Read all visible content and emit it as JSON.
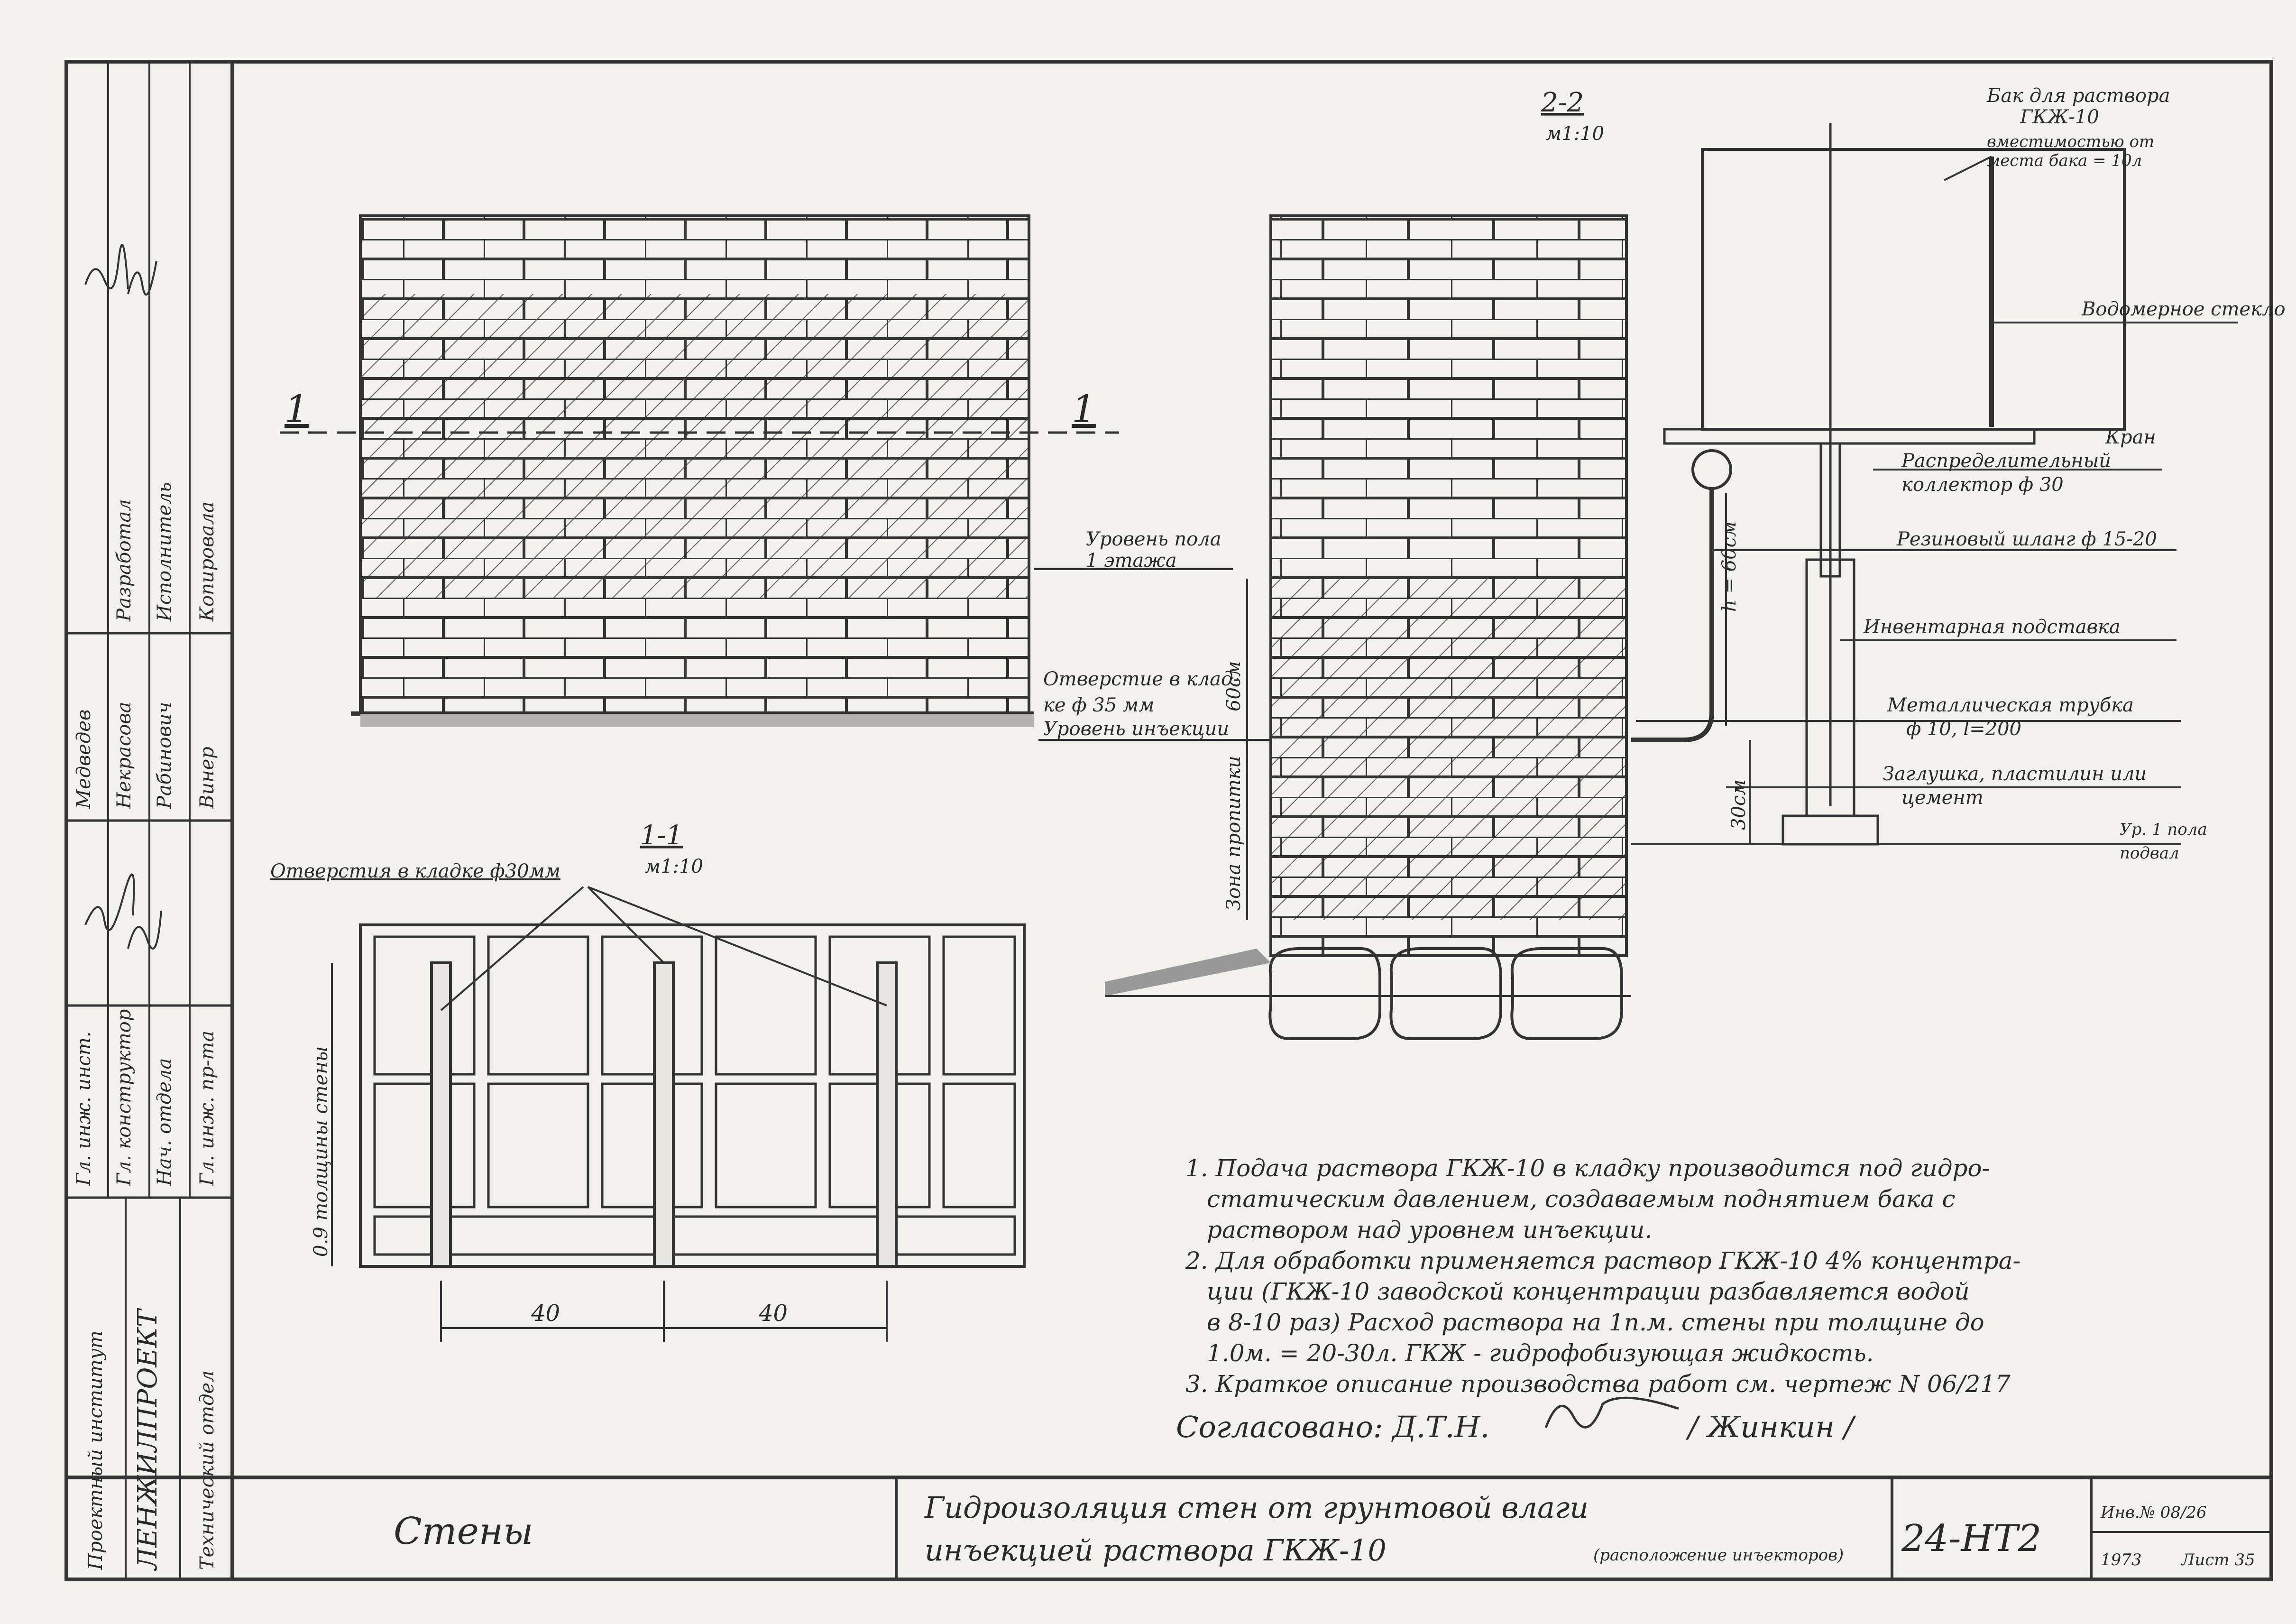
{
  "drawing": {
    "title_section_2": "2-2",
    "scale_section_2": "м1:10",
    "title_section_1": "1-1",
    "scale_section_1": "м1:10",
    "cut_mark_left": "1",
    "cut_mark_right": "1",
    "wall_labels": {
      "floor_level": "Уровень пола",
      "floor_level_2": "1 этажа",
      "hole_1": "Отверстие в клад-",
      "hole_2": "ке ф 35 мм",
      "hole_3": "Уровень инъекции",
      "h_mark": "60см",
      "h_pipe": "h = 60см",
      "zone": "Зона пропитки",
      "dim_30": "30см",
      "holes_plan": "Отверстия в кладке ф30мм",
      "thickness": "0.9 толщины стены",
      "dim_left": "40",
      "dim_right": "40"
    },
    "equipment_labels": {
      "tank_1": "Бак для раствора",
      "tank_2": "ГКЖ-10",
      "tank_3": "вместимостью от",
      "tank_4": "места бака = 10л",
      "glass": "Водомерное стекло",
      "tap": "Кран",
      "collector_1": "Распределительный",
      "collector_2": "коллектор ф 30",
      "hose": "Резиновый шланг ф 15-20",
      "stand": "Инвентарная подставка",
      "tube_1": "Металлическая трубка",
      "tube_2": "ф 10, l=200",
      "plug_1": "Заглушка, пластилин или",
      "plug_2": "цемент",
      "level_1": "Ур. 1 пола",
      "level_2": "подвал"
    },
    "notes": [
      "1. Подача раствора ГКЖ-10 в кладку производится под гидро-",
      "статическим давлением, создаваемым поднятием бака с",
      "раствором над уровнем инъекции.",
      "2. Для обработки применяется раствор ГКЖ-10 4% концентра-",
      "ции (ГКЖ-10 заводской концентрации разбавляется водой",
      "в 8-10 раз) Расход раствора на 1п.м. стены при толщине до",
      "1.0м. = 20-30л. ГКЖ - гидрофобизующая жидкость.",
      "3. Краткое описание производства работ см. чертеж N 06/217"
    ],
    "approval": "Согласовано: Д.Т.Н.",
    "approval_name": "/ Жинкин /"
  },
  "stamp": {
    "sidebar": {
      "row1": [
        "Разработал",
        "Исполнитель",
        "Копировала"
      ],
      "row2": [
        "Медведев",
        "Некрасова",
        "Рабинович",
        "Винер"
      ],
      "row3": [
        "Гл. инж. инст.",
        "Гл. конструктор",
        "Нач. отдела",
        "Гл. инж. пр-та"
      ],
      "institute_1": "Проектный институт",
      "institute_2": "ЛЕНЖИЛПРОЕКТ",
      "department": "Технический отдел"
    },
    "section_name": "Стены",
    "title_1": "Гидроизоляция стен от грунтовой влаги",
    "title_2": "инъекцией раствора ГКЖ-10",
    "title_note": "(расположение инъекторов)",
    "sheet_code": "24-НТ2",
    "inv": "Инв.№ 08/26",
    "year": "1973",
    "sheet": "Лист 35"
  }
}
